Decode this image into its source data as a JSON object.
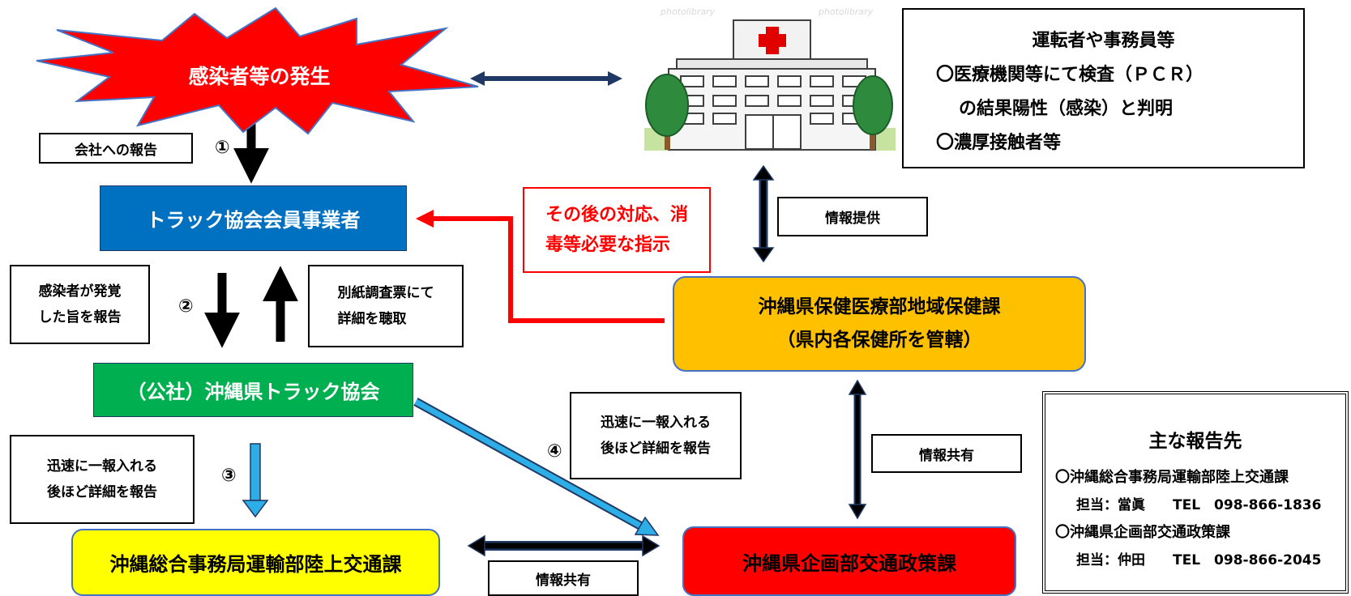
{
  "nodes": {
    "outbreak": "感染者等の発生",
    "member": "トラック協会会員事業者",
    "association": "（公社）沖縄県トラック協会",
    "transport_bureau": "沖縄総合事務局運輸部陸上交通課",
    "policy_div": "沖縄県企画部交通政策課",
    "health_div": {
      "line1": "沖縄県保健医療部地域保健課",
      "line2": "（県内各保健所を管轄）"
    }
  },
  "labels": {
    "report_company": "会社への報告",
    "infected_found": {
      "line1": "感染者が発覚",
      "line2": "した旨を報告"
    },
    "hearing": {
      "line1": "別紙調査票にて",
      "line2": "詳細を聴取"
    },
    "quick_report_left": {
      "line1": "迅速に一報入れる",
      "line2": "後ほど詳細を報告"
    },
    "quick_report_mid": {
      "line1": "迅速に一報入れる",
      "line2": "後ほど詳細を報告"
    },
    "info_provide": "情報提供",
    "info_share_right": "情報共有",
    "info_share_bottom": "情報共有",
    "instruction": {
      "line1": "その後の対応、消",
      "line2": "毒等必要な指示"
    }
  },
  "steps": {
    "s1": "①",
    "s2": "②",
    "s3": "③",
    "s4": "④"
  },
  "info_box": {
    "title": "運転者や事務員等",
    "line1": "〇医療機関等にて検査（ＰＣＲ）",
    "line2": "の結果陽性（感染）と判明",
    "line3": "〇濃厚接触者等"
  },
  "contacts": {
    "title": "主な報告先",
    "org1": "〇沖縄総合事務局運輸部陸上交通課",
    "person1": "担当：當眞　　TEL　098-866-1836",
    "org2": "〇沖縄県企画部交通政策課",
    "person2": "担当：仲田　　TEL　098-866-2045"
  },
  "watermarks": {
    "w1": "photolibrary",
    "w2": "photolibrary"
  },
  "colors": {
    "red": "#ff0000",
    "blue": "#0070c0",
    "green": "#00b050",
    "yellow": "#ffff00",
    "orange": "#ffc000",
    "light_blue": "#2eaee6",
    "navy": "#1f3864"
  }
}
